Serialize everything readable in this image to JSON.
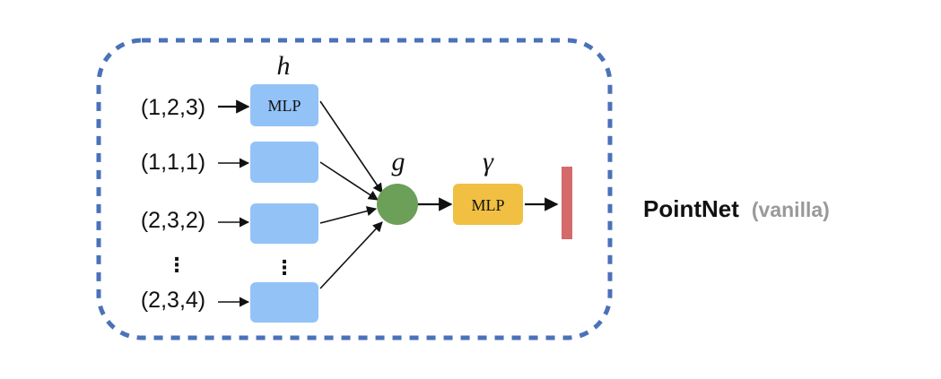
{
  "inputs": [
    {
      "label": "(1,2,3)"
    },
    {
      "label": "(1,1,1)"
    },
    {
      "label": "(2,3,2)"
    },
    {
      "label": "(2,3,4)"
    }
  ],
  "ellipsis": "⋮",
  "h_label": "h",
  "g_label": "g",
  "gamma_label": "γ",
  "mlp_h_label": "MLP",
  "mlp_gamma_label": "MLP",
  "title": {
    "main": "PointNet",
    "sub": "(vanilla)"
  },
  "colors": {
    "frame": "#4a72b8",
    "h_box": "#93c2f7",
    "g_node": "#6c9f58",
    "gamma_box": "#f1bf42",
    "output_bar": "#d46a6a",
    "subtitle": "#999999",
    "title": "#111111"
  }
}
